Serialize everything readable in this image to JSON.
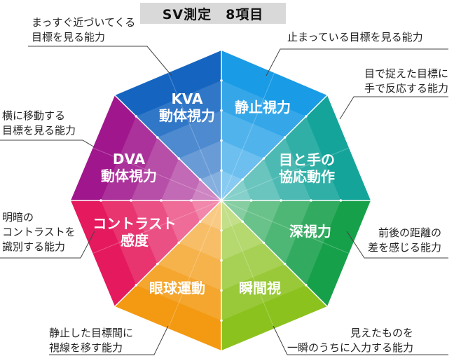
{
  "title": "SV測定　8項目",
  "segments": [
    {
      "label": "静止視力",
      "description": "止まっている目標を見る能力",
      "color": "#1a9be6"
    },
    {
      "label": "目と手の\n協応動作",
      "description": "目で捉えた目標に\n手で反応する能力",
      "color": "#14a49a"
    },
    {
      "label": "深視力",
      "description": "前後の距離の\n差を感じる能力",
      "color": "#16a04a"
    },
    {
      "label": "瞬間視",
      "description": "見えたものを\n一瞬のうちに入力する能力",
      "color": "#8bc21e"
    },
    {
      "label": "眼球運動",
      "description": "静止した目標間に\n視線を移す能力",
      "color": "#f39a12"
    },
    {
      "label": "コントラスト\n感度",
      "description": "明暗の\nコントラストを\n識別する能力",
      "color": "#e5195d"
    },
    {
      "label": "DVA\n動体視力",
      "description": "横に移動する\n目標を見る能力",
      "color": "#a0168c"
    },
    {
      "label": "KVA\n動体視力",
      "description": "まっすぐ近づいてくる\n目標を見る能力",
      "color": "#1565c0"
    }
  ]
}
